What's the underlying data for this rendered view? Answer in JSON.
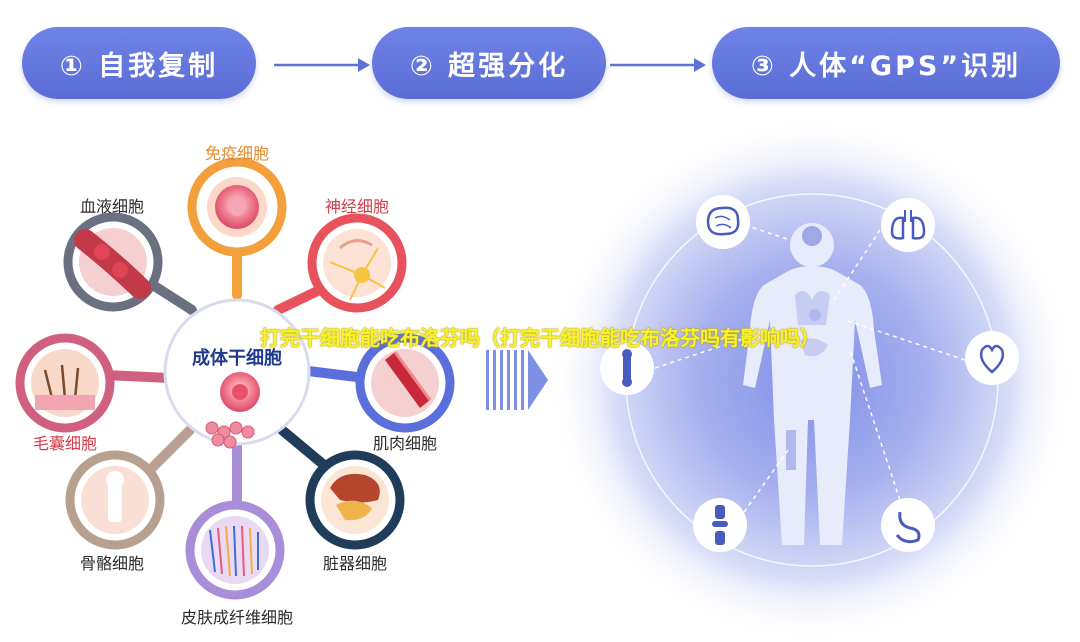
{
  "steps": [
    {
      "label": "① 自我复制"
    },
    {
      "label": "② 超强分化"
    },
    {
      "label": "③ 人体“GPS”识别"
    }
  ],
  "center": {
    "label": "成体干细胞"
  },
  "cells": [
    {
      "label": "免疫细胞",
      "icon": "immune-cell-icon"
    },
    {
      "label": "神经细胞",
      "icon": "nerve-cell-icon"
    },
    {
      "label": "肌肉细胞",
      "icon": "muscle-cell-icon"
    },
    {
      "label": "脏器细胞",
      "icon": "organ-cell-icon"
    },
    {
      "label": "皮肤成纤维细胞",
      "icon": "skin-fibroblast-icon"
    },
    {
      "label": "骨骼细胞",
      "icon": "bone-cell-icon"
    },
    {
      "label": "毛囊细胞",
      "icon": "hair-follicle-icon"
    },
    {
      "label": "血液细胞",
      "icon": "blood-cell-icon"
    }
  ],
  "body_organs": [
    "brain-icon",
    "lungs-icon",
    "heart-icon",
    "stomach-icon",
    "knee-icon",
    "bone-icon"
  ],
  "overlay_text": "打完干细胞能吃布洛芬吗（打完干细胞能吃布洛芬吗有影响吗）",
  "colors": {
    "pill": "#5f72dc",
    "immune": "#f3a03c",
    "nerve": "#e8525c",
    "muscle": "#5b6fdc",
    "organ": "#1f3d5a",
    "skin": "#a88dd8",
    "bone": "#b8a090",
    "hair": "#d06080",
    "blood": "#6b7080"
  }
}
